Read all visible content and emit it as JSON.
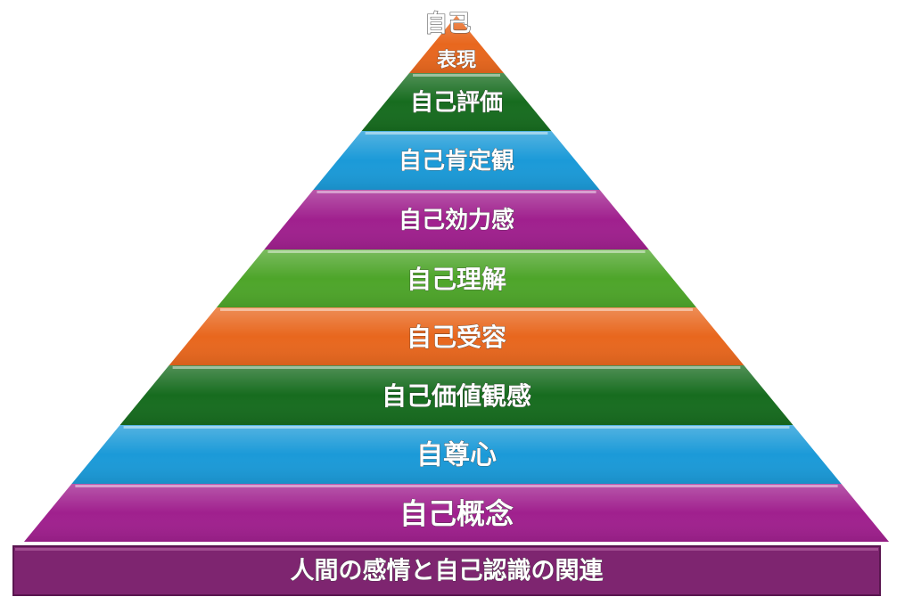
{
  "diagram": {
    "type": "pyramid",
    "levels": [
      {
        "label_top": "自己",
        "label": "表現",
        "color": "#e8671e"
      },
      {
        "label": "自己評価",
        "color": "#176c1f"
      },
      {
        "label": "自己肯定観",
        "color": "#1b9ad8"
      },
      {
        "label": "自己効力感",
        "color": "#a0208e"
      },
      {
        "label": "自己理解",
        "color": "#4ea52a"
      },
      {
        "label": "自己受容",
        "color": "#e8671e"
      },
      {
        "label": "自己価値観感",
        "color": "#176c1f"
      },
      {
        "label": "自尊心",
        "color": "#1b9ad8"
      },
      {
        "label": "自己概念",
        "color": "#a0208e"
      }
    ],
    "base_label": "人間の感情と自己認識の関連",
    "base_color": "#7e2570"
  }
}
